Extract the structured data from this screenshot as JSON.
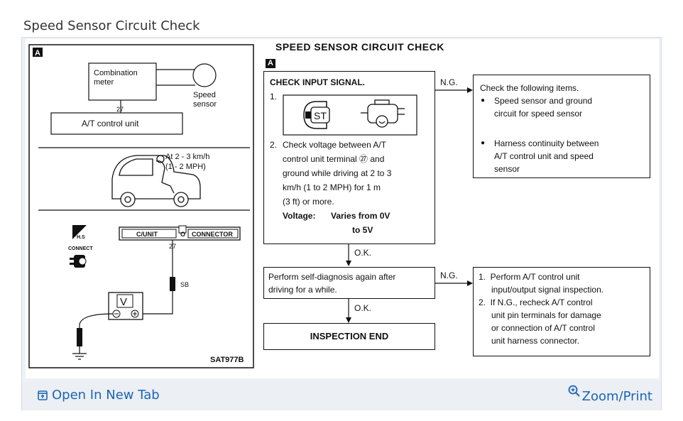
{
  "page_title": "Speed Sensor Circuit Check",
  "figure": {
    "heading": "SPEED SENSOR CIRCUIT CHECK",
    "label_a": "A",
    "left_panel": {
      "combination_meter": "Combination meter",
      "speed_sensor": "Speed sensor",
      "terminal_27": "27",
      "control_unit": "A/T control unit",
      "speed_label_1": "At 2 - 3 km/h",
      "speed_label_2": "(1 - 2 MPH)",
      "hs_label": "H.S",
      "connect_label": "CONNECT",
      "unit_label": "C/UNIT",
      "connector_label": "CONNECTOR",
      "wire_label": "SB",
      "meter_v": "V",
      "figure_code": "SAT977B"
    },
    "step1": {
      "title": "CHECK INPUT SIGNAL.",
      "num1": "1.",
      "st_label": "ST",
      "num2": "2.",
      "lines": [
        "Check voltage between A/T",
        "control unit terminal ㉗ and",
        "ground while driving at 2 to 3",
        "km/h (1 to 2 MPH) for 1 m",
        "(3 ft) or more."
      ],
      "voltage_label": "Voltage:",
      "voltage_value_1": "Varies from 0V",
      "voltage_value_2": "to 5V"
    },
    "ng1": "N.G.",
    "ng_box1": {
      "intro": "Check the following items.",
      "item1_1": "Speed sensor and ground",
      "item1_2": "circuit for speed sensor",
      "item2_1": "Harness continuity between",
      "item2_2": "A/T control unit and speed",
      "item2_3": "sensor",
      "bullet": "●"
    },
    "ok1": "O.K.",
    "step2": {
      "line1": "Perform self-diagnosis again after",
      "line2": "driving for a while."
    },
    "ng2": "N.G.",
    "ng_box2": {
      "l1": "1.  Perform A/T control unit",
      "l2": "input/output signal inspection.",
      "l3": "2.  If N.G., recheck A/T control",
      "l4": "unit pin terminals for damage",
      "l5": "or connection of A/T control",
      "l6": "unit harness connector."
    },
    "ok2": "O.K.",
    "end": "INSPECTION END"
  },
  "footer": {
    "open_new_tab": "Open In New Tab",
    "zoom_print": "Zoom/Print"
  },
  "colors": {
    "link": "#1a66b8",
    "footer_bg": "#eceff3"
  }
}
